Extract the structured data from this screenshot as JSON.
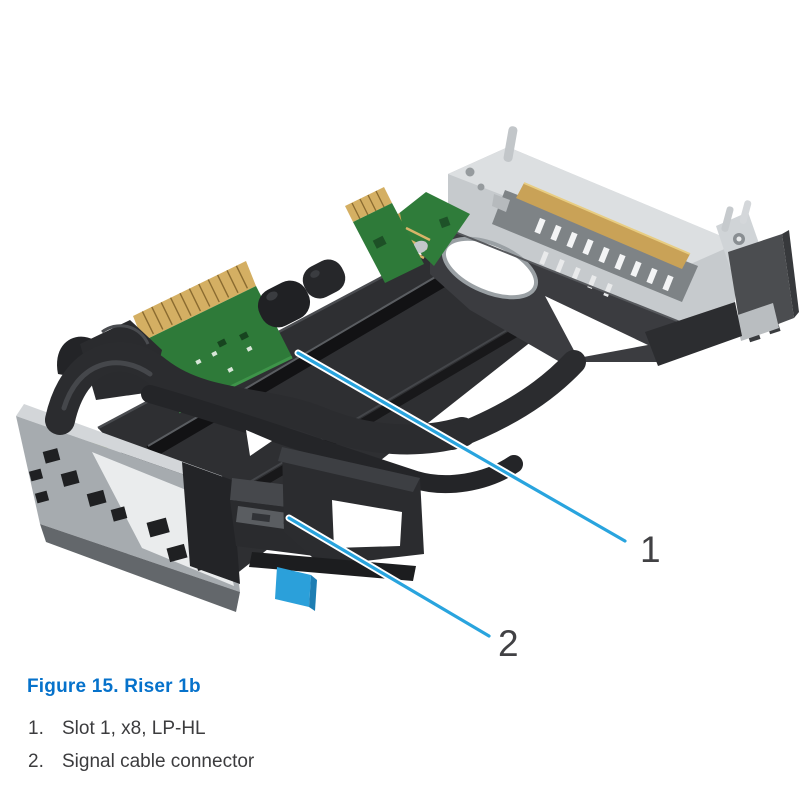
{
  "figure": {
    "caption": "Figure 15. Riser 1b",
    "callouts": [
      {
        "num": "1",
        "marker": "1.",
        "label": "Slot 1, x8, LP-HL"
      },
      {
        "num": "2",
        "marker": "2.",
        "label": "Signal cable connector"
      }
    ]
  },
  "colors": {
    "caption_blue": "#0672CB",
    "leader_line_blue": "#29A4DE",
    "connector_tab_blue": "#2BA0DA",
    "pcb_green": "#2E7A39",
    "gold_contacts": "#C9A257",
    "bracket_silver": "#C6CACD",
    "chassis_dark": "#2B2C2F",
    "body_text": "#3C3C3E"
  }
}
